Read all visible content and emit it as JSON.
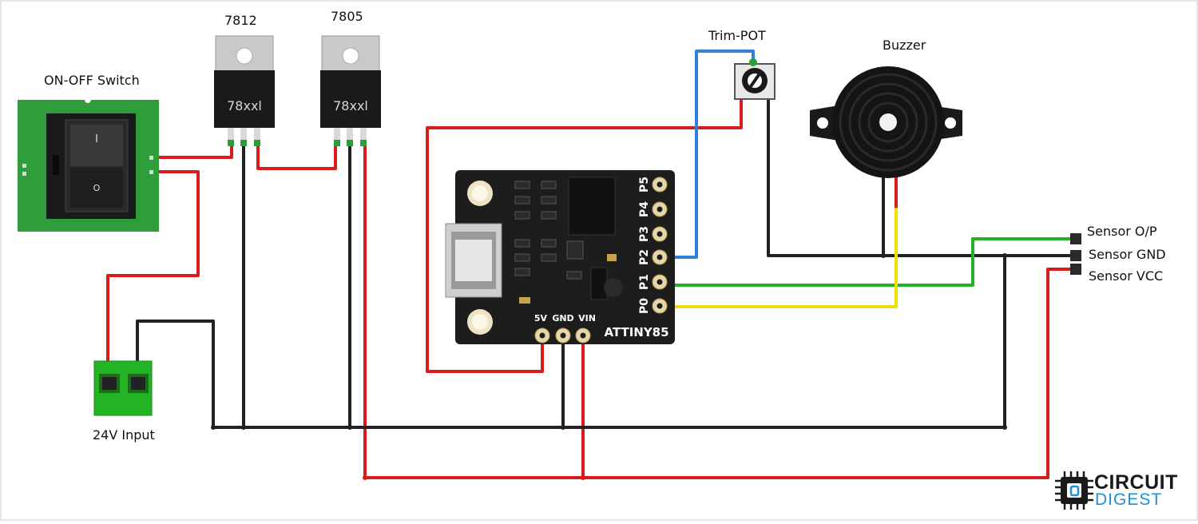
{
  "labels": {
    "switch": "ON-OFF Switch",
    "reg1": "7812",
    "reg2": "7805",
    "trimpot": "Trim-POT",
    "buzzer": "Buzzer",
    "sensor_op": "Sensor O/P",
    "sensor_gnd": "Sensor GND",
    "sensor_vcc": "Sensor VCC",
    "input": "24V Input"
  },
  "regulator_marking": "78xxl",
  "switch_marks": {
    "on": "I",
    "off": "O"
  },
  "board": {
    "name": "ATTINY85",
    "pins_right": [
      "P5",
      "P4",
      "P3",
      "P2",
      "P1",
      "P0"
    ],
    "pins_bottom": [
      "5V",
      "GND",
      "VIN"
    ]
  },
  "brand": {
    "line1": "CIRCUIT",
    "line2": "DIGEST"
  },
  "colors": {
    "red": "#d81c1c",
    "black": "#222222",
    "blue": "#2f80d8",
    "green": "#24b324",
    "yellow": "#f0e000",
    "pcb_green": "#2f9e3a",
    "board": "#1d1d1d",
    "brand_blue": "#1f8fd6"
  }
}
